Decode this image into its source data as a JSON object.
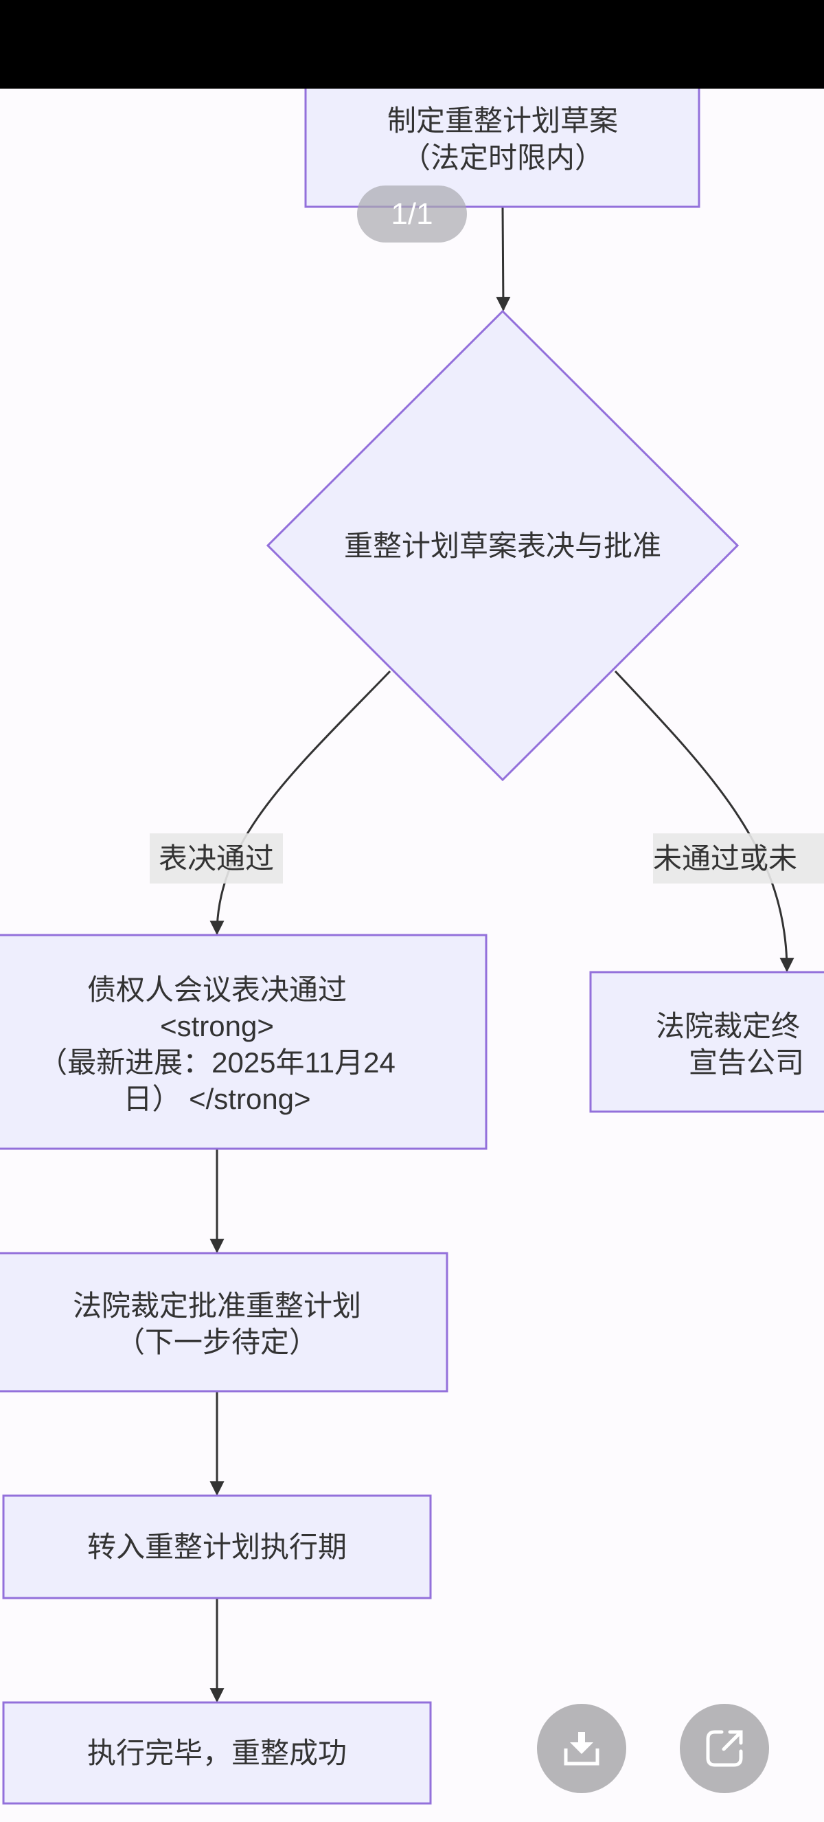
{
  "pager": "1/1",
  "nodes": {
    "draft": [
      "制定重整计划草案",
      "（法定时限内）"
    ],
    "decision": "重整计划草案表决与批准",
    "passed": [
      "债权人会议表决通过",
      "<strong>",
      "（最新进展：2025年11月24",
      "日） </strong>"
    ],
    "rejected": [
      "法院裁定终",
      "宣告公司"
    ],
    "approve": [
      "法院裁定批准重整计划",
      "（下一步待定）"
    ],
    "execute": "转入重整计划执行期",
    "success": "执行完毕，重整成功"
  },
  "edges": {
    "pass_label": "表决通过",
    "fail_label": "未通过或未"
  },
  "actions": {
    "download_icon": "download-icon",
    "share_icon": "external-link-icon"
  },
  "colors": {
    "node_fill": "#eeeefd",
    "node_stroke": "#9370db",
    "edge": "#333333"
  }
}
